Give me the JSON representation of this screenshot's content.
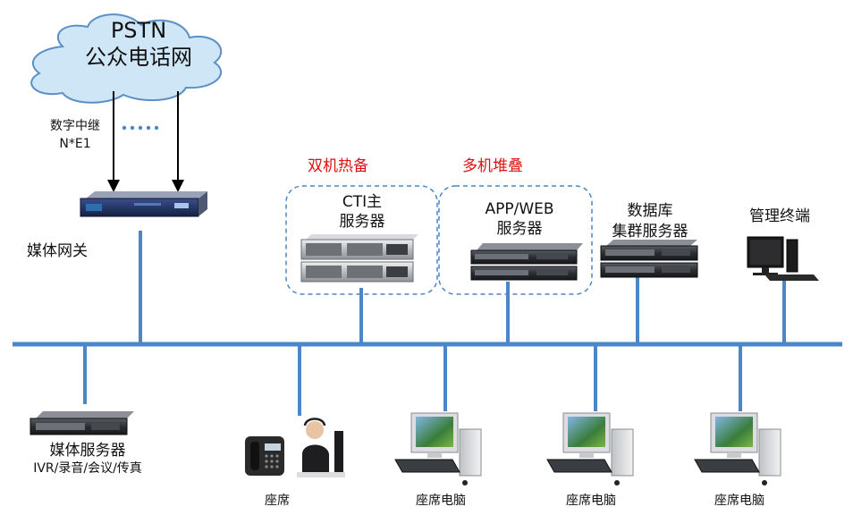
{
  "cloud": {
    "line1": "PSTN",
    "line2": "公众电话网"
  },
  "trunk": {
    "line1": "数字中继",
    "line2": "N*E1"
  },
  "gateway": {
    "label": "媒体网关"
  },
  "tags": {
    "hot_standby": "双机热备",
    "stacking": "多机堆叠"
  },
  "cti": {
    "line1": "CTI主",
    "line2": "服务器"
  },
  "app": {
    "line1": "APP/WEB",
    "line2": "服务器"
  },
  "db": {
    "line1": "数据库",
    "line2": "集群服务器"
  },
  "mgmt": {
    "label": "管理终端"
  },
  "media_server": {
    "line1": "媒体服务器",
    "line2": "IVR/录音/会议/传真"
  },
  "agent": {
    "label": "座席"
  },
  "agent_pcs": [
    "座席电脑",
    "座席电脑",
    "座席电脑"
  ],
  "colors": {
    "bus": "#4a86c8",
    "cloud_fill": "#cfe6f7",
    "cloud_stroke": "#5b8fc7",
    "accent_red": "#e01010"
  }
}
